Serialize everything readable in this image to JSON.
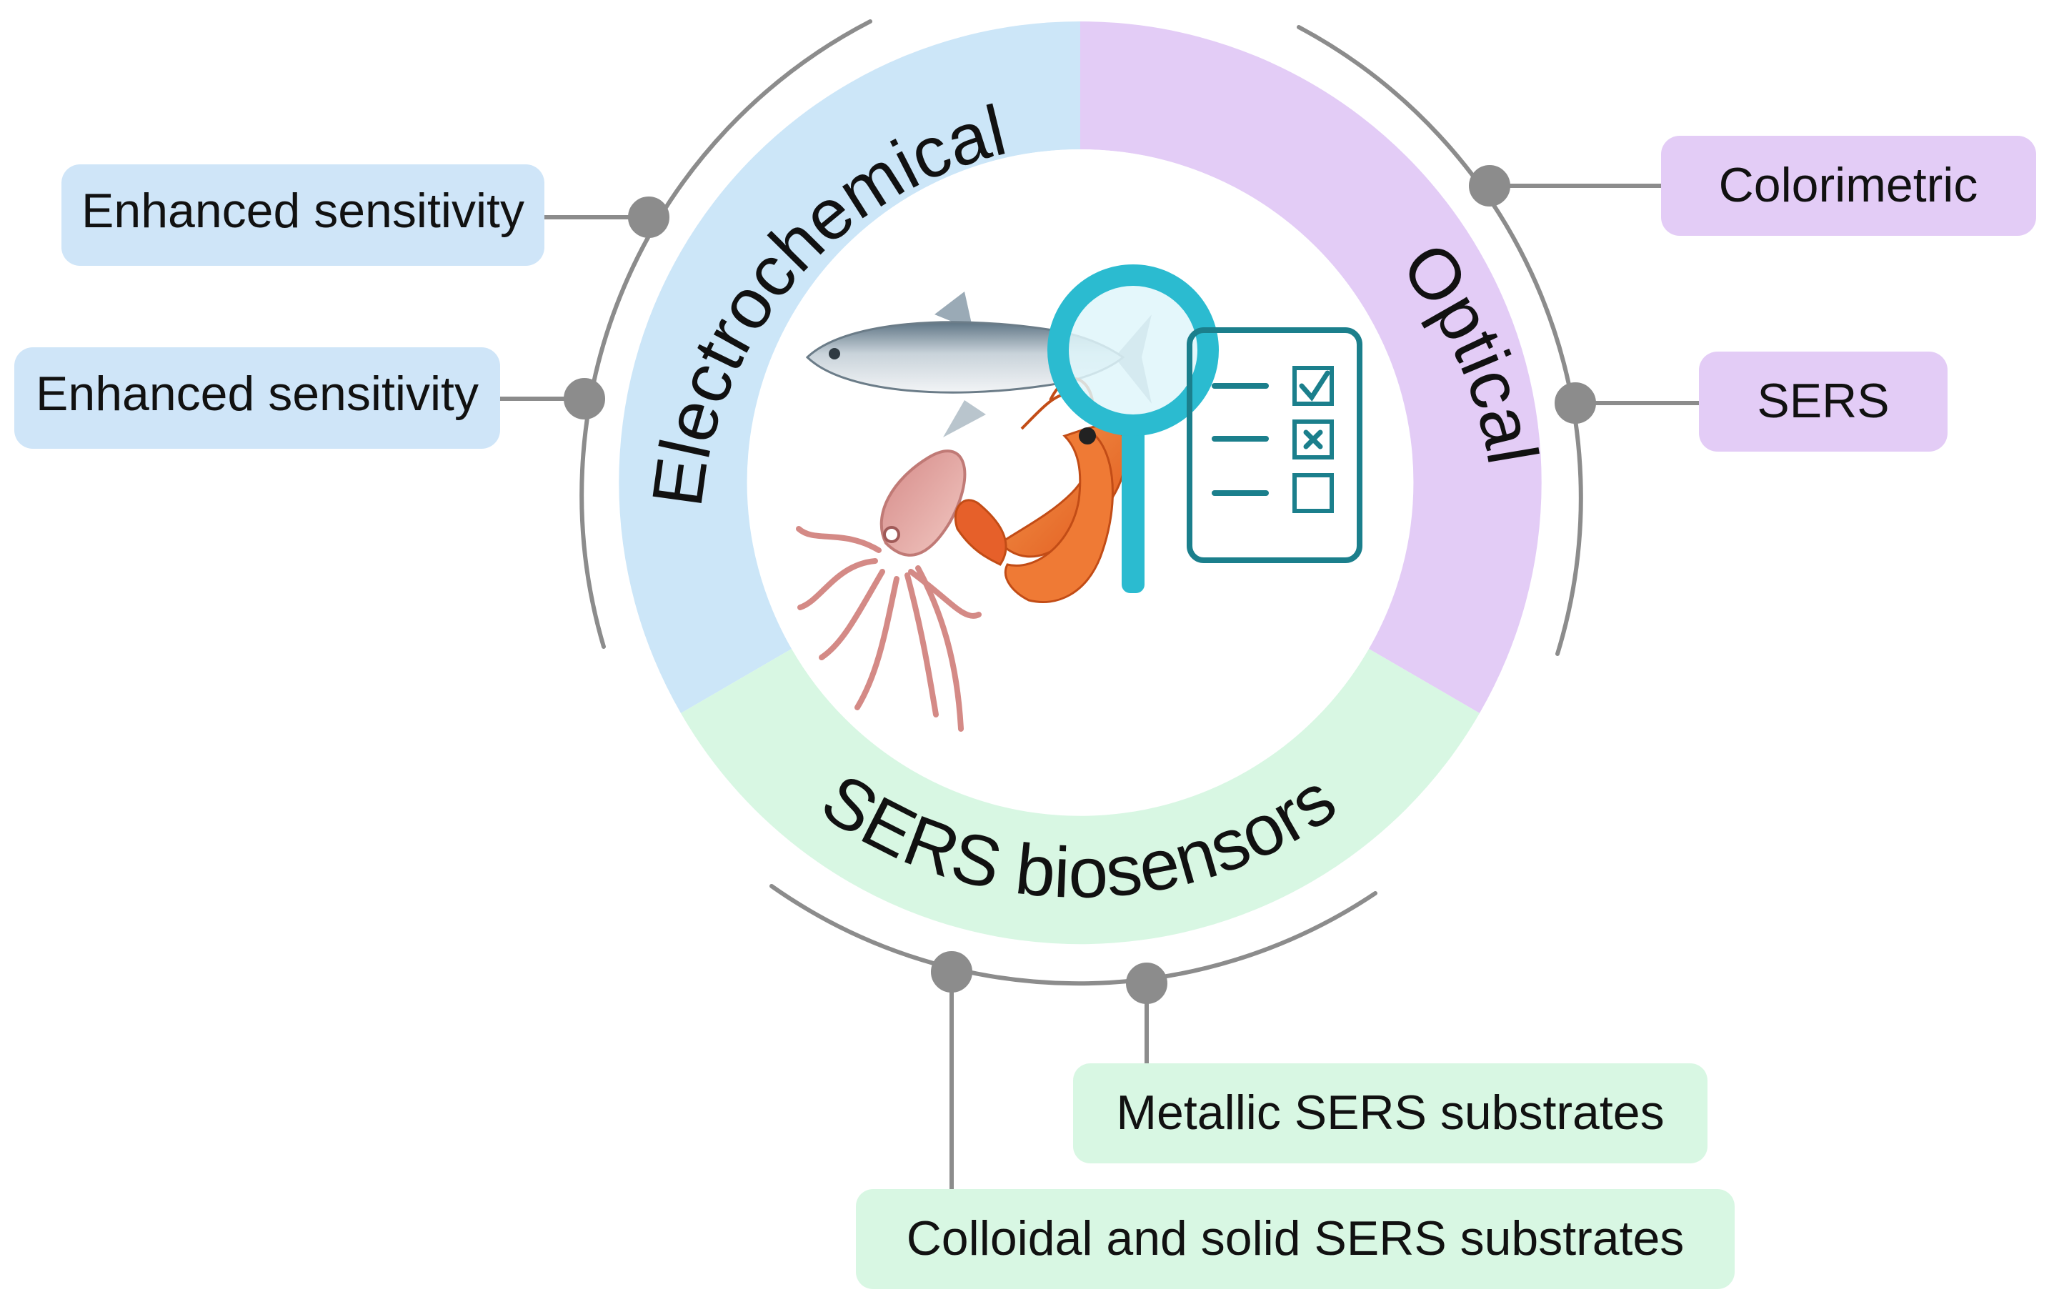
{
  "ring": {
    "segments": [
      {
        "label": "Electrochemical",
        "color": "#cce6f8"
      },
      {
        "label": "Optical",
        "color": "#e3ccf6"
      },
      {
        "label": "SERS biosensors",
        "color": "#d8f7e3"
      }
    ]
  },
  "tags": {
    "left": [
      {
        "label": "Enhanced sensitivity",
        "color": "#cfe5f8"
      },
      {
        "label": "Enhanced sensitivity",
        "color": "#cfe5f8"
      }
    ],
    "right": [
      {
        "label": "Colorimetric",
        "color": "#e3ccf6"
      },
      {
        "label": "SERS",
        "color": "#e3ccf6"
      }
    ],
    "bottom": [
      {
        "label": "Metallic SERS substrates",
        "color": "#d8f7e3"
      },
      {
        "label": "Colloidal and  solid SERS substrates",
        "color": "#d8f7e3"
      }
    ]
  },
  "center_illustration": {
    "icons": [
      "fish-icon",
      "squid-icon",
      "shrimp-icon",
      "magnifier-icon",
      "checklist-icon"
    ],
    "checklist": [
      "checked",
      "crossed",
      "empty"
    ]
  },
  "connector_color": "#8c8c8c"
}
